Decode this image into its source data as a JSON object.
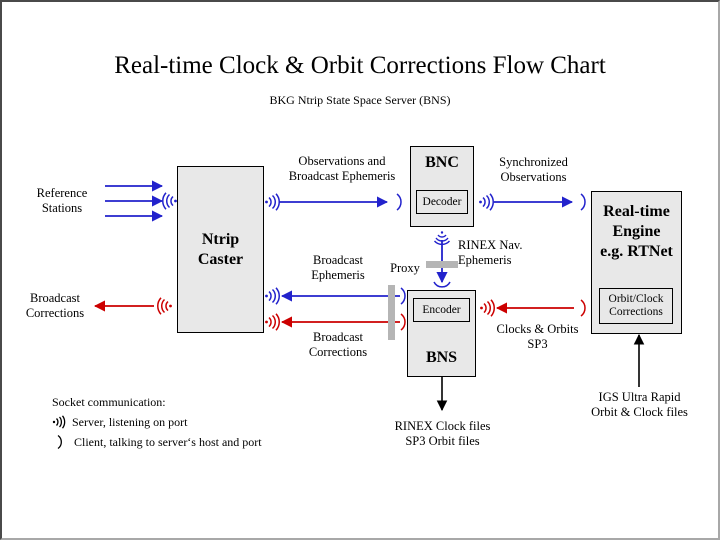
{
  "page": {
    "title": "Real-time Clock & Orbit Corrections Flow Chart",
    "subtitle": "BKG Ntrip State Space Server  (BNS)"
  },
  "colors": {
    "blue": "#2222cc",
    "red": "#cc0000",
    "box_fill": "#e8e8e8",
    "box_border": "#000000",
    "proxy_gray": "#b5b5b5",
    "frame_dark": "#4a4a4a",
    "frame_light": "#a8a8a8"
  },
  "boxes": {
    "ntrip_caster": {
      "label": "Ntrip\nCaster"
    },
    "bnc": {
      "label": "BNC",
      "inner": "Decoder"
    },
    "bns": {
      "label": "BNS",
      "inner": "Encoder"
    },
    "rt_engine": {
      "label": "Real-time\nEngine\ne.g. RTNet",
      "inner": "Orbit/Clock\nCorrections"
    }
  },
  "labels": {
    "reference_stations": "Reference\nStations",
    "broadcast_corrections_left": "Broadcast\nCorrections",
    "observations_and_broadcast_ephemeris": "Observations and\nBroadcast Ephemeris",
    "synchronized_observations": "Synchronized\nObservations",
    "rinex_nav_ephemeris": "RINEX Nav.\nEphemeris",
    "broadcast_ephemeris": "Broadcast\nEphemeris",
    "broadcast_corrections_mid": "Broadcast\nCorrections",
    "proxy": "Proxy",
    "clocks_and_orbits_sp3": "Clocks & Orbits\nSP3",
    "rinex_clock_sp3_files": "RINEX Clock files\nSP3 Orbit files",
    "igs_ultra_rapid": "IGS Ultra Rapid\nOrbit & Clock files"
  },
  "legend": {
    "heading": "Socket communication:",
    "server": "Server,  listening on port",
    "client": "Client, talking to server‘s host and port",
    "server_icon": "socket-server-icon",
    "client_icon": "socket-client-icon"
  }
}
